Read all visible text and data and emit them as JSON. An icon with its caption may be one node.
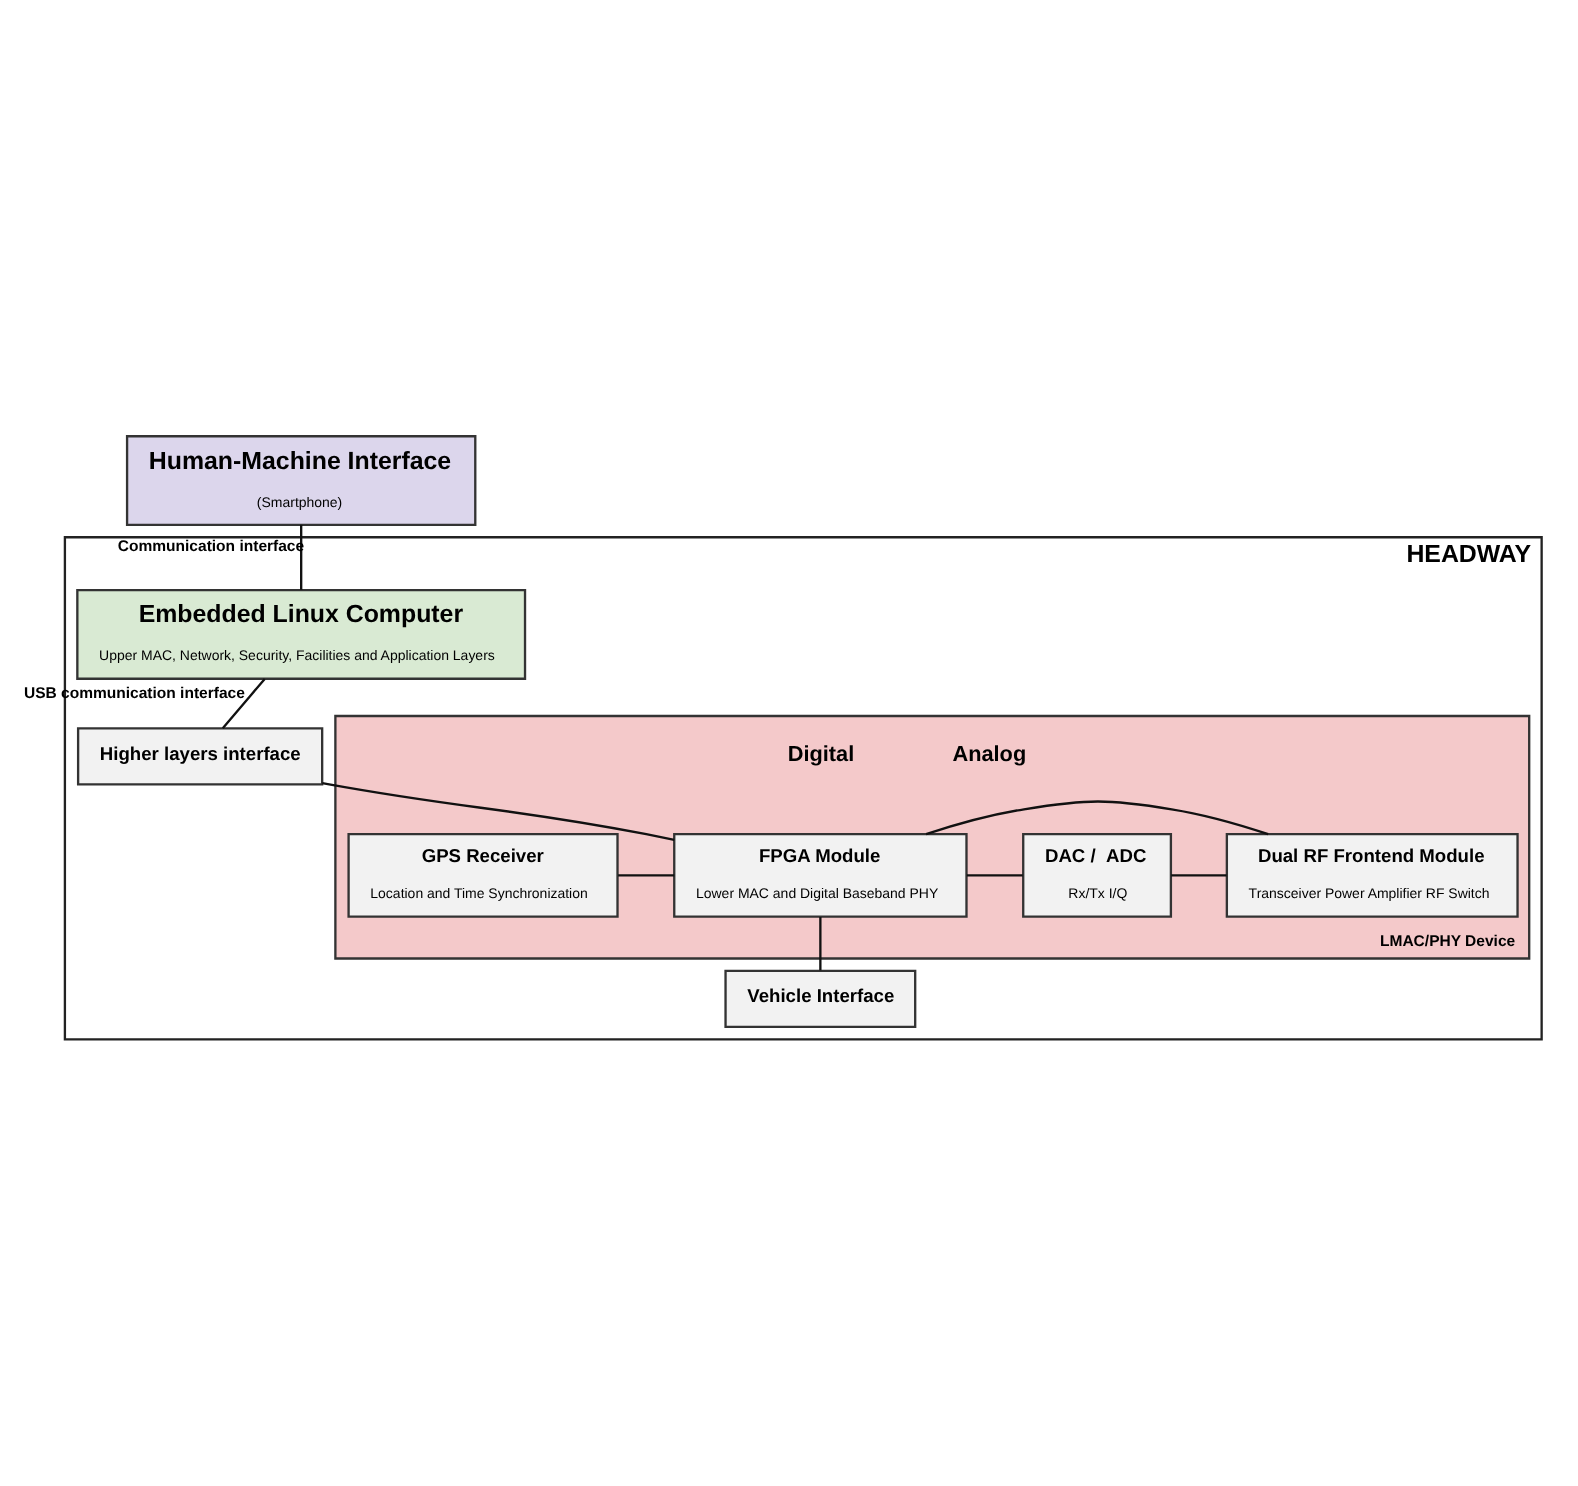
{
  "diagram": {
    "nodes": [
      {
        "text": [
          "Human-Machine Interface",
          "(Smartphone)"
        ]
      },
      {
        "text": [
          "HEADWAY"
        ]
      },
      {
        "text": [
          "Embedded Linux Computer",
          "Upper MAC, Network, Security, Facilities and Application Layers"
        ],
        "in": 1
      },
      {
        "text": [
          "LMAC/PHY Device"
        ],
        "in": 1
      },
      {
        "text": [
          "Higher layers interface"
        ],
        "in": 1
      },
      {
        "text": [
          "GPS Receiver",
          "Location and Time Synchronization"
        ],
        "in": 3
      },
      {
        "text": [
          "FPGA Module",
          "Lower MAC and Digital Baseband PHY"
        ],
        "in": 3
      },
      {
        "text": [
          "DAC /  ADC",
          "Rx/Tx I/Q"
        ],
        "in": 3
      },
      {
        "text": [
          "Dual RF Frontend Module",
          "Transceiver Power Amplifier RF Switch"
        ],
        "in": 3
      },
      {
        "text": [
          "Vehicle Interface"
        ],
        "in": 1
      }
    ],
    "edges": [
      {
        "from": 0,
        "to": 2,
        "arrow": "none",
        "label": "Communication interface"
      },
      {
        "from": 2,
        "to": 4,
        "arrow": "none",
        "label": "USB communication interface"
      },
      {
        "from": 4,
        "to": 6,
        "arrow": "none"
      },
      {
        "from": 5,
        "to": 6,
        "arrow": "none"
      },
      {
        "from": 6,
        "to": 7,
        "arrow": "none"
      },
      {
        "from": 7,
        "to": 8,
        "arrow": "none"
      },
      {
        "from": 6,
        "to": 8,
        "arrow": "none"
      },
      {
        "from": 6,
        "to": 9,
        "arrow": "none"
      }
    ],
    "labels": [
      "Digital",
      "Analog"
    ]
  }
}
